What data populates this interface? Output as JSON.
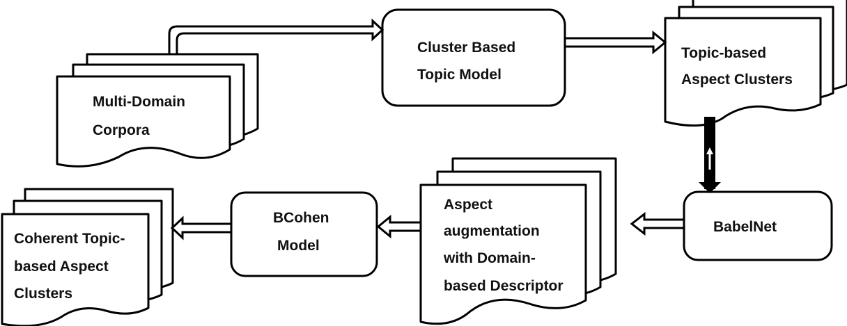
{
  "nodes": {
    "corpora": {
      "lines": [
        "Multi-Domain",
        "Corpora"
      ]
    },
    "topic_model": {
      "lines": [
        "Cluster Based",
        "Topic Model"
      ]
    },
    "aspect_clusters": {
      "lines": [
        "Topic-based",
        "Aspect Clusters"
      ]
    },
    "babelnet": {
      "lines": [
        "BabelNet"
      ]
    },
    "augmentation": {
      "lines": [
        "Aspect",
        "augmentation",
        "with Domain-",
        "based Descriptor"
      ]
    },
    "bcohen": {
      "lines": [
        "BCohen",
        "Model"
      ]
    },
    "coherent": {
      "lines": [
        "Coherent Topic-",
        "based Aspect",
        "Clusters"
      ]
    }
  }
}
